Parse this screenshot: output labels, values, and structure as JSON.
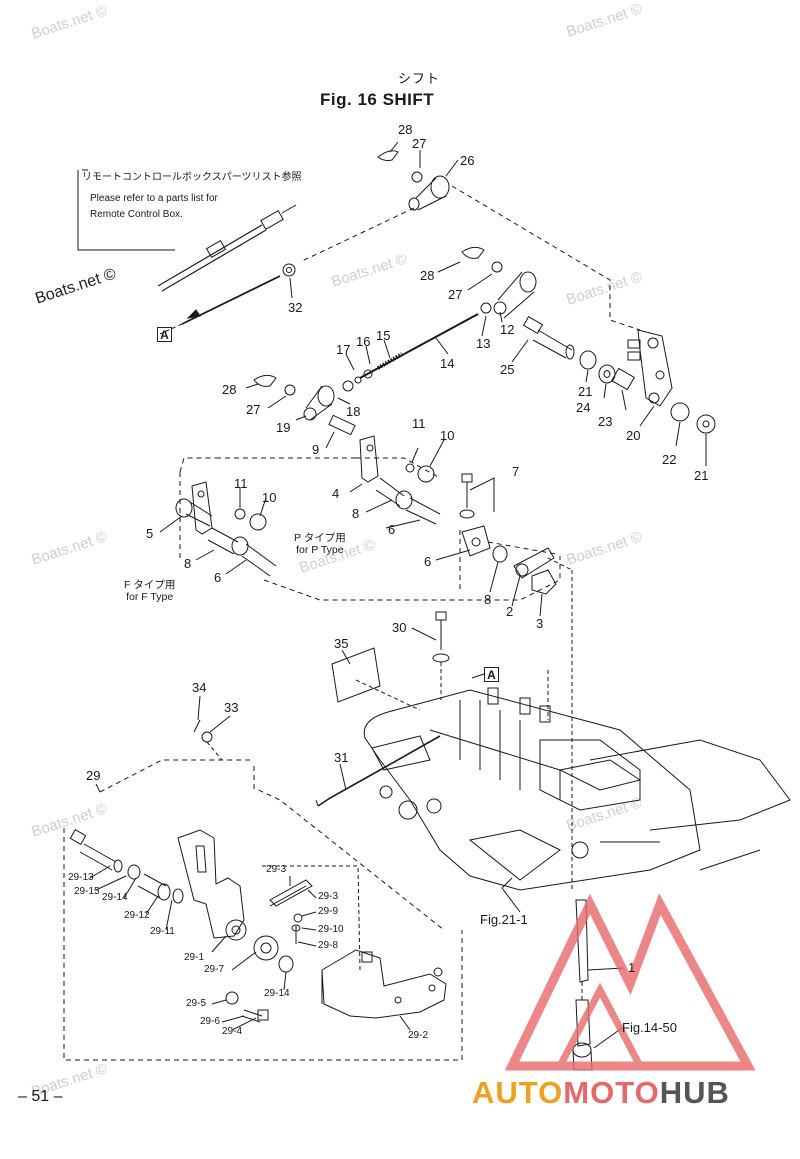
{
  "header": {
    "title_jp": "シフト",
    "title": "Fig. 16    SHIFT"
  },
  "watermarks": {
    "site": "Boats.net ©"
  },
  "note": {
    "jp": "リモートコントロールボックスパーツリスト参照",
    "line1": "Please refer to a parts list for",
    "line2": "Remote Control Box."
  },
  "ref_box": "A",
  "type_labels": {
    "p_jp": "P タイプ用",
    "p_en": "for P Type",
    "f_jp": "F タイプ用",
    "f_en": "for F Type"
  },
  "parts": [
    "28",
    "27",
    "26",
    "32",
    "28",
    "27",
    "12",
    "13",
    "25",
    "17",
    "16",
    "15",
    "14",
    "21",
    "24",
    "23",
    "20",
    "22",
    "21",
    "28",
    "27",
    "18",
    "19",
    "9",
    "11",
    "10",
    "7",
    "4",
    "8",
    "6",
    "11",
    "10",
    "5",
    "8",
    "6",
    "6",
    "8",
    "2",
    "3",
    "30",
    "35",
    "34",
    "33",
    "31",
    "29",
    "29-13",
    "29-15",
    "29-14",
    "29-12",
    "29-11",
    "29-1",
    "29-7",
    "29-3",
    "29-3",
    "29-9",
    "29-10",
    "29-8",
    "29-14",
    "29-5",
    "29-6",
    "29-4",
    "29-2",
    "1"
  ],
  "fig_refs": {
    "fig21": "Fig.21-1",
    "fig14": "Fig.14-50"
  },
  "footer": {
    "page_number": "– 51 –"
  },
  "brand": {
    "part1": "AUTO",
    "part2": "MOTO",
    "part3": "HUB"
  },
  "colors": {
    "ink": "#1a1a1a",
    "brand_orange": "#f0a020",
    "brand_red": "#e8686a",
    "brand_gray": "#555555"
  }
}
